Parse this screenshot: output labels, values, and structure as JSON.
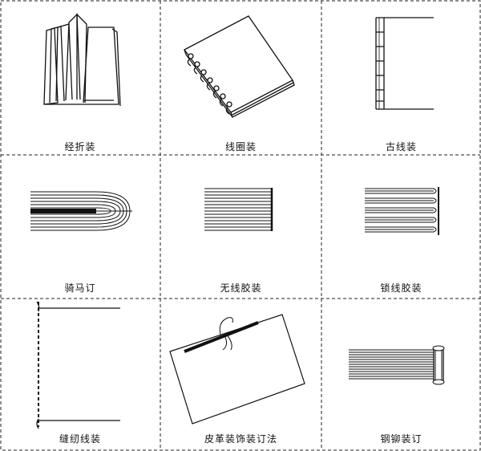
{
  "diagram": {
    "cells": [
      {
        "label": "经折装",
        "icon": "accordion-fold-binding-icon"
      },
      {
        "label": "线圈装",
        "icon": "coil-binding-icon"
      },
      {
        "label": "古线装",
        "icon": "traditional-thread-binding-icon"
      },
      {
        "label": "骑马订",
        "icon": "saddle-stitch-icon"
      },
      {
        "label": "无线胶装",
        "icon": "perfect-binding-icon"
      },
      {
        "label": "锁线胶装",
        "icon": "sewn-perfect-binding-icon"
      },
      {
        "label": "缝纫线装",
        "icon": "sewing-thread-binding-icon"
      },
      {
        "label": "皮革装饰装订法",
        "icon": "leather-decorative-binding-icon"
      },
      {
        "label": "钢铆装订",
        "icon": "steel-rivet-binding-icon"
      }
    ],
    "colors": {
      "line": "#111111",
      "background": "#ffffff"
    }
  }
}
